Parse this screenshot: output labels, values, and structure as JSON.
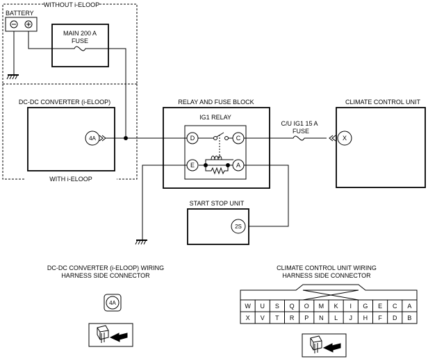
{
  "labels": {
    "without_ieloop": "WITHOUT i-ELOOP",
    "with_ieloop": "WITH i-ELOOP",
    "battery": "BATTERY",
    "main_fuse_line1": "MAIN 200 A",
    "main_fuse_line2": "FUSE",
    "dcdc_converter": "DC-DC CONVERTER (i-ELOOP)",
    "relay_fuse_block": "RELAY AND FUSE BLOCK",
    "ig1_relay": "IG1 RELAY",
    "climate_control_unit": "CLIMATE CONTROL UNIT",
    "cu_fuse_line1": "C/U IG1 15 A",
    "cu_fuse_line2": "FUSE",
    "start_stop_unit": "START STOP UNIT",
    "dcdc_connector_line1": "DC-DC CONVERTER (i-ELOOP) WIRING",
    "dcdc_connector_line2": "HARNESS SIDE CONNECTOR",
    "ccu_connector_line1": "CLIMATE CONTROL UNIT WIRING",
    "ccu_connector_line2": "HARNESS SIDE CONNECTOR"
  },
  "terminals": {
    "dcdc": "4A",
    "ccu": "X",
    "ssu": "2S",
    "relay_d": "D",
    "relay_c": "C",
    "relay_e": "E",
    "relay_a": "A",
    "battery_neg": "⊖",
    "battery_pos": "⊕",
    "connector_dcdc": "4A"
  },
  "ccu_connector": {
    "top_row": [
      "W",
      "U",
      "S",
      "Q",
      "O",
      "M",
      "K",
      "I",
      "G",
      "E",
      "C",
      "A"
    ],
    "bottom_row": [
      "X",
      "V",
      "T",
      "R",
      "P",
      "N",
      "L",
      "J",
      "H",
      "F",
      "D",
      "B"
    ]
  },
  "icons": [
    "ground-icon",
    "fuse-icon",
    "connector-plug-icon",
    "arrow-icon"
  ]
}
